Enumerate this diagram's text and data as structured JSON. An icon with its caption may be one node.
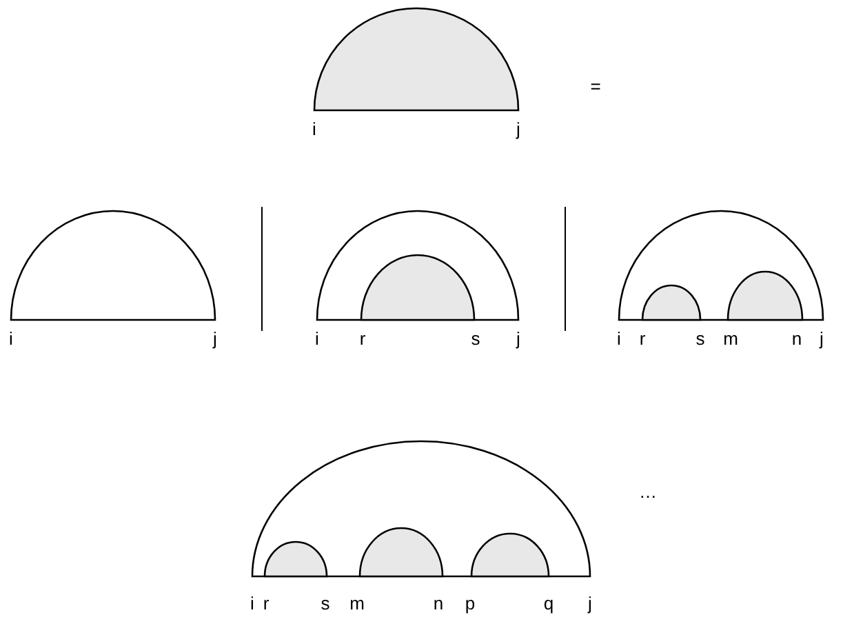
{
  "diagram": {
    "labels": [
      "i",
      "j",
      "=",
      "i",
      "j",
      "i",
      "r",
      "s",
      "j",
      "i",
      "r",
      "s",
      "m",
      "n",
      "j",
      "i",
      "r",
      "s",
      "m",
      "n",
      "p",
      "q",
      "j",
      "…"
    ]
  }
}
